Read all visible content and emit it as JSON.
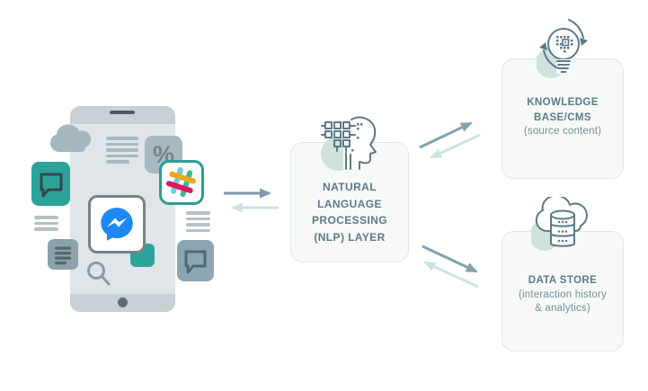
{
  "nlp_box": {
    "lines": [
      "NATURAL",
      "LANGUAGE",
      "PROCESSING",
      "(NLP) LAYER"
    ]
  },
  "knowledge_box": {
    "title_lines": [
      "KNOWLEDGE",
      "BASE/CMS"
    ],
    "subtitle": "(source content)"
  },
  "data_store_box": {
    "title": "DATA STORE",
    "subtitle_lines": [
      "(interaction history",
      "& analytics)"
    ]
  },
  "phone": {
    "percent_glyph": "%"
  },
  "icons": {
    "left_cluster": [
      "cloud-icon",
      "percent-icon",
      "slack-icon",
      "facebook-messenger-icon",
      "chat-bubble-teal-icon",
      "chat-bubble-gray-icon",
      "menu-list-icon",
      "search-icon"
    ],
    "nlp": "ai-head-circuit-icon",
    "knowledge": "lightbulb-sync-icon",
    "data_store": "cloud-database-icon"
  },
  "colors": {
    "teal_accent": "#2BA399",
    "light_teal_halo": "#CFE2DE",
    "heading_text": "#5D7A88",
    "subtitle_text": "#72909C",
    "arrow_dark": "#7D98A8",
    "arrow_light": "#CFE2E3",
    "box_bg": "#F7F9F9",
    "box_border": "#DFE7E8",
    "messenger_blue": "#1E88F7",
    "slack_border_teal": "#2D9D92",
    "phone_body": "#DFE5E8",
    "phone_caps": "#C6D0D5"
  }
}
